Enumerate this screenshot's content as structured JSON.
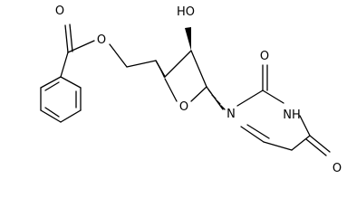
{
  "molecule": {
    "atoms": {
      "carbonyl_o_ester": "O",
      "ester_o": "O",
      "hydroxyl": "HO",
      "ring_o": "O",
      "n1": "N",
      "c2_oxo": "O",
      "n3h": "NH",
      "c4_oxo": "O"
    }
  },
  "colors": {
    "bond": "#000000",
    "text": "#000000",
    "background": "#ffffff"
  }
}
